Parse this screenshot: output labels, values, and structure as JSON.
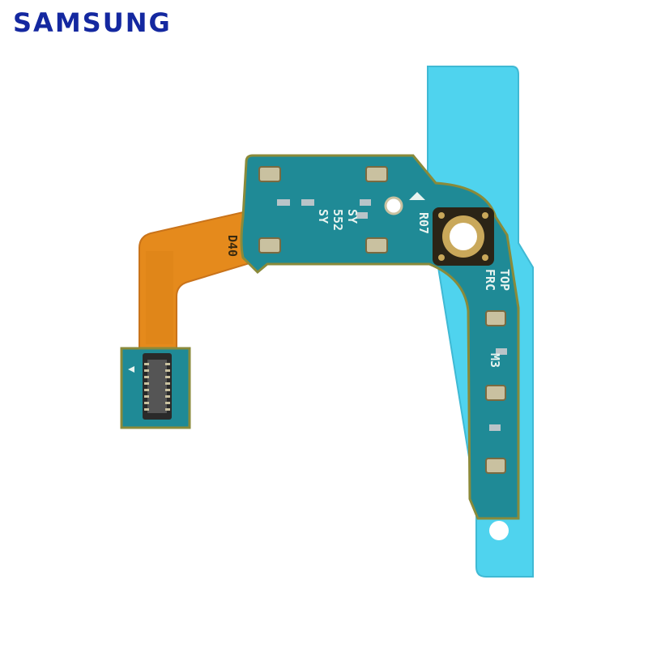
{
  "brand": {
    "name": "SAMSUNG",
    "color": "#1428a0"
  },
  "board_labels": {
    "sy_top": "SY",
    "code": "552",
    "sy_bottom": "SY",
    "ref": "R07",
    "top": "TOP",
    "frc": "FRC",
    "m3": "M3",
    "d40": "D40"
  },
  "colors": {
    "adhesive": "#4fd3ee",
    "pcb": "#1f8a96",
    "pcb_dark": "#176d7a",
    "flex": "#e58a1c",
    "connector": "#2a2a2a"
  }
}
